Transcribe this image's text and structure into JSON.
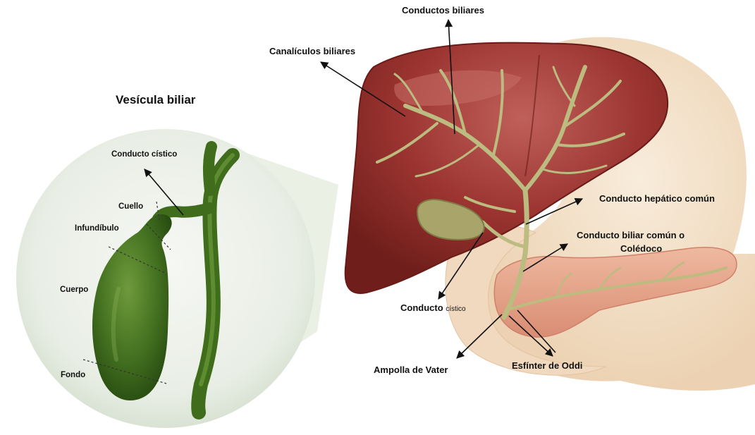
{
  "title": "Vesícula biliar",
  "left_labels": {
    "conducto_cistico": "Conducto cístico",
    "cuello": "Cuello",
    "infundibulo": "Infundíbulo",
    "cuerpo": "Cuerpo",
    "fondo": "Fondo"
  },
  "right_labels": {
    "conductos_biliares": "Conductos biliares",
    "canaliculos_biliares": "Canalículos biliares",
    "conducto_hepatico_comun": "Conducto hepático común",
    "conducto_biliar_comun_l1": "Conducto biliar común o",
    "conducto_biliar_comun_l2": "Colédoco",
    "conducto_cistico_main": "Conducto ",
    "conducto_cistico_small": "cístico",
    "ampolla_de_vater": "Ampolla de Vater",
    "esfinter_de_oddi": "Esfínter de Oddi"
  },
  "colors": {
    "liver": "#8e2b26",
    "liver_light": "#b8524a",
    "duct": "#b9b87e",
    "gallbladder": "#3d6b1e",
    "circle_bg": "#edf1ea",
    "pancreas": "#e8a98f",
    "stomach": "#f2dfc7"
  }
}
